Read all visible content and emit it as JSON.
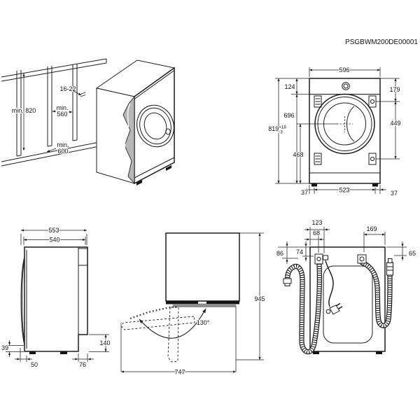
{
  "part_number": "PSGBWM200DE00001",
  "niche_view": {
    "height_min": "min. 820",
    "worktop_gap": "16-22",
    "width_min_label": "min.",
    "width_min_value": "560",
    "depth_min_label": "min.",
    "depth_min_value": "600"
  },
  "front_view": {
    "width": "596",
    "top_offset": "124",
    "door_zone_height": "696",
    "height": "819",
    "height_tolerance_plus": "+18",
    "height_tolerance_minus": "-3",
    "drum_center_to_bottom": "468",
    "hinge_top_offset": "179",
    "hinge_spacing": "449",
    "foot_inset_left": "37",
    "feet_spacing": "523",
    "foot_inset_right": "37"
  },
  "side_view": {
    "depth_total": "553",
    "depth_body": "540",
    "bottom_detail": "39",
    "front_foot_offset": "50",
    "rear_recess_depth": "76",
    "rear_recess_height": "140"
  },
  "top_view": {
    "door_open_angle": "130°",
    "depth_door_open": "945",
    "width_door_open": "747"
  },
  "rear_view": {
    "cord_gland_offset": "123",
    "drain_gland_offset": "68",
    "inlet_gland_offset": "169",
    "drain_hose_drop": "86",
    "drain_gland_drop": "74",
    "inlet_gland_drop": "65"
  }
}
